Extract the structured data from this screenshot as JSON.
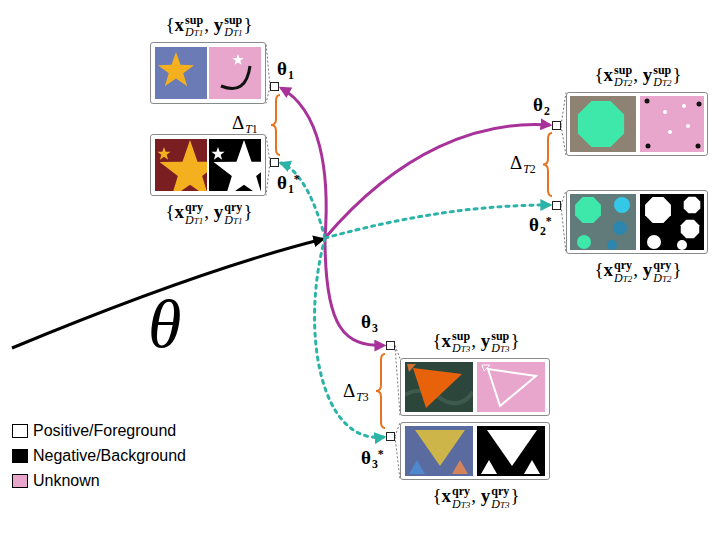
{
  "diagram": {
    "nodes": [
      {
        "text": [
          "{xsupDT1, ysupDT1}"
        ]
      },
      {
        "text": [
          "θ1"
        ]
      },
      {
        "text": [
          "θ1*"
        ]
      },
      {
        "text": [
          "{xqryDT1, yqryDT1}"
        ]
      },
      {
        "text": [
          "{xsupDT2, ysupDT2}"
        ]
      },
      {
        "text": [
          "θ2"
        ]
      },
      {
        "text": [
          "θ2*"
        ]
      },
      {
        "text": [
          "{xqryDT2, yqryDT2}"
        ]
      },
      {
        "text": [
          "θ3"
        ]
      },
      {
        "text": [
          "{xsupDT3, ysupDT3}"
        ]
      },
      {
        "text": [
          "θ3*"
        ]
      },
      {
        "text": [
          "{xqryDT3, yqryDT3}"
        ]
      }
    ],
    "edges": [
      {
        "from": 1,
        "to": 0,
        "arrow": "none"
      },
      {
        "from": 2,
        "to": 3,
        "arrow": "none"
      },
      {
        "from": 5,
        "to": 4,
        "arrow": "none"
      },
      {
        "from": 6,
        "to": 7,
        "arrow": "none"
      },
      {
        "from": 8,
        "to": 9,
        "arrow": "none"
      },
      {
        "from": 10,
        "to": 11,
        "arrow": "none"
      }
    ],
    "labels": [
      "ΔT1",
      "ΔT2",
      "ΔT3",
      "θ"
    ],
    "legend": [
      {
        "text": "Positive/Foreground",
        "color": "#ffffff"
      },
      {
        "text": "Negative/Background",
        "color": "#000000"
      },
      {
        "text": "Unknown",
        "color": "#e8a6cc"
      }
    ]
  }
}
